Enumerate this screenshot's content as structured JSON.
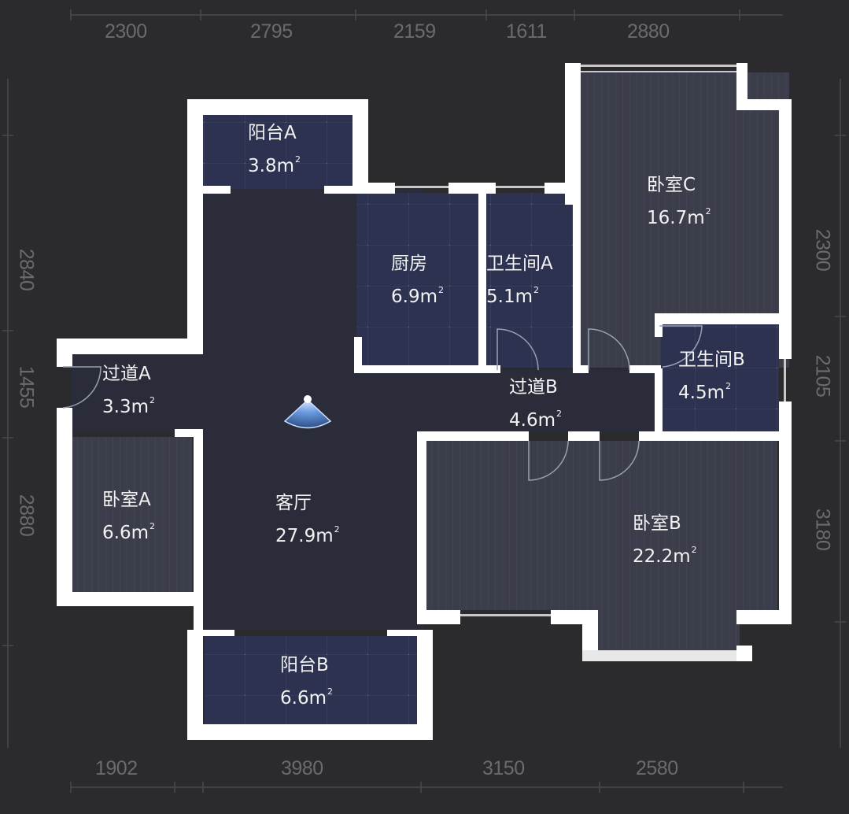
{
  "floorplan": {
    "background": "#2b2b2d",
    "colors": {
      "wall": "#ffffff",
      "wet_floor": "#2c3250",
      "wood_floor": "#3b3d4a",
      "hall_floor": "#2a2d39",
      "dim_text": "#6b6b6e",
      "label_text": "#f2f2f2",
      "view_cone": "#5a8fd6"
    },
    "dimensions": {
      "top": [
        "2300",
        "2795",
        "2159",
        "1611",
        "2880"
      ],
      "bottom": [
        "1902",
        "3980",
        "3150",
        "2580"
      ],
      "left": [
        "2840",
        "1455",
        "2880"
      ],
      "right": [
        "2300",
        "2105",
        "3180"
      ]
    },
    "area_unit": "m",
    "area_sup": "2",
    "rooms": [
      {
        "id": "balcony_a",
        "name": "阳台A",
        "area": "3.8"
      },
      {
        "id": "kitchen",
        "name": "厨房",
        "area": "6.9"
      },
      {
        "id": "bathroom_a",
        "name": "卫生间A",
        "area": "5.1"
      },
      {
        "id": "bedroom_c",
        "name": "卧室C",
        "area": "16.7"
      },
      {
        "id": "corridor_a",
        "name": "过道A",
        "area": "3.3"
      },
      {
        "id": "corridor_b",
        "name": "过道B",
        "area": "4.6"
      },
      {
        "id": "bathroom_b",
        "name": "卫生间B",
        "area": "4.5"
      },
      {
        "id": "bedroom_a",
        "name": "卧室A",
        "area": "6.6"
      },
      {
        "id": "living_room",
        "name": "客厅",
        "area": "27.9"
      },
      {
        "id": "bedroom_b",
        "name": "卧室B",
        "area": "22.2"
      },
      {
        "id": "balcony_b",
        "name": "阳台B",
        "area": "6.6"
      }
    ],
    "viewpoint_icon": "camera-view-cone"
  }
}
